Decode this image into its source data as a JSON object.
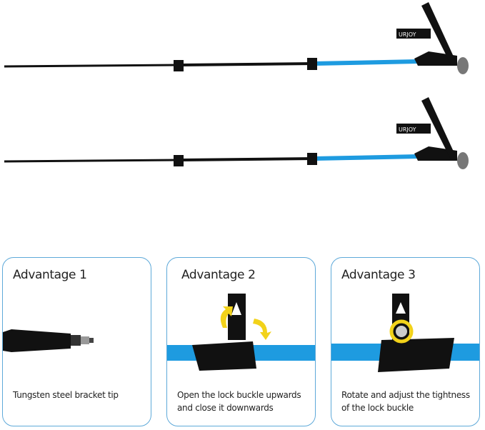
{
  "product": {
    "brand_mark": "URJOY",
    "pole_color": "#1e9be0"
  },
  "advantages": [
    {
      "title": "Advantage 1",
      "description": "Tungsten steel bracket tip"
    },
    {
      "title": "Advantage 2",
      "description": "Open the lock buckle upwards and close it downwards"
    },
    {
      "title": "Advantage 3",
      "description": "Rotate and adjust the tightness of the lock buckle"
    }
  ],
  "colors": {
    "panel_border": "#5ea9d9",
    "arrow": "#f2d21a"
  }
}
